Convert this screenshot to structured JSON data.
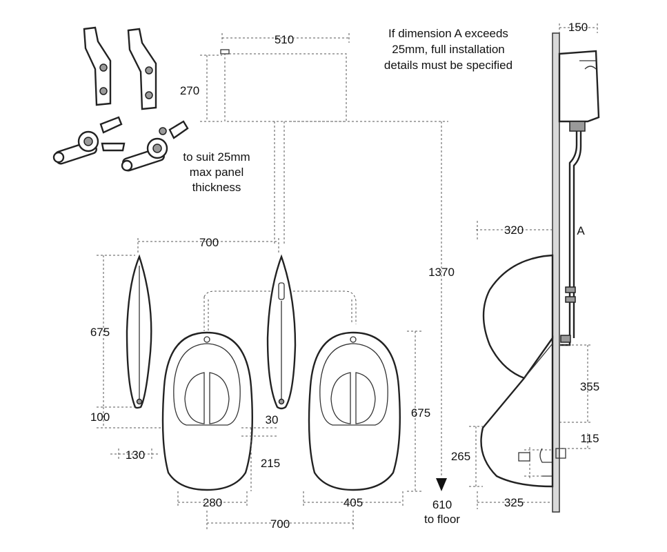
{
  "dimensions": {
    "cistern_width": "510",
    "cistern_height": "270",
    "wall_gap": "150",
    "spacing_top": "700",
    "partition_height": "675",
    "partition_bottom": "100",
    "partition_width": "130",
    "urinal_gap": "30",
    "urinal_depth_lower": "215",
    "urinal_width_base": "280",
    "urinal_width": "405",
    "spacing_bottom": "700",
    "urinal_height": "675",
    "height_to_floor_rim": "1370",
    "floor_height": "610",
    "floor_label": "to floor",
    "side_projection_top": "320",
    "side_label_a": "A",
    "side_355": "355",
    "side_115": "115",
    "side_265": "265",
    "side_325": "325"
  },
  "notes": {
    "dimension_a_line1": "If dimension A exceeds",
    "dimension_a_line2": "25mm, full installation",
    "dimension_a_line3": "details must be specified",
    "panel_line1": "to suit 25mm",
    "panel_line2": "max panel",
    "panel_line3": "thickness"
  }
}
